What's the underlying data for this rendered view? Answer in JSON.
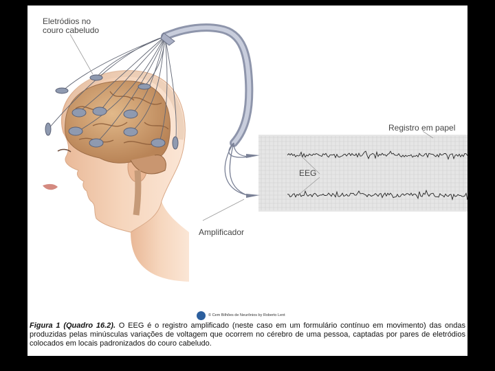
{
  "labels": {
    "electrodes": [
      "Eletródios no",
      "couro cabeludo"
    ],
    "paper_record": "Registro em papel",
    "eeg": "EEG",
    "amplifier": "Amplificador"
  },
  "credit": "© Cem Bilhões de Neurônios by Roberto Lent",
  "caption": {
    "label": "Figura 1 (Quadro 16.2).",
    "text": " O EEG é o registro amplificado (neste caso em um formulário contínuo em movimento) das ondas produzidas pelas minúsculas variações de voltagem que ocorrem no cérebro de uma pessoa, captadas por pares de eletródios colocados em locais padronizados do couro cabeludo."
  },
  "colors": {
    "skin": "#f2cdb0",
    "brain": "#c89a6e",
    "electrode": "#8f9ab0",
    "cable": "#a9afc4",
    "paper": "#e4e4e4"
  }
}
